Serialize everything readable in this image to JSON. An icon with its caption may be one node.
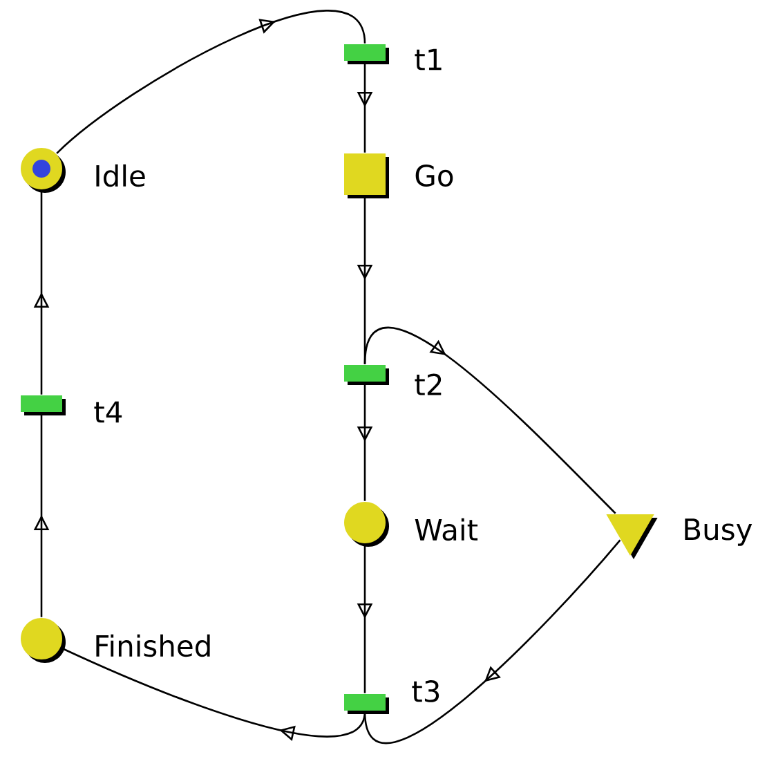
{
  "diagram": {
    "nodes": [
      {
        "text": [],
        "shape": "circle",
        "beside": [
          "Idle"
        ]
      },
      {
        "text": [],
        "shape": "bar",
        "beside": [
          "t1"
        ]
      },
      {
        "text": [],
        "shape": "box",
        "beside": [
          "Go"
        ]
      },
      {
        "text": [],
        "shape": "bar",
        "beside": [
          "t2"
        ]
      },
      {
        "text": [],
        "shape": "circle",
        "beside": [
          "Wait"
        ]
      },
      {
        "text": [],
        "shape": "bar",
        "beside": [
          "t3"
        ]
      },
      {
        "text": [],
        "shape": "triangle",
        "beside": [
          "Busy"
        ]
      },
      {
        "text": [],
        "shape": "bar",
        "beside": [
          "t4"
        ]
      },
      {
        "text": [],
        "shape": "circle",
        "beside": [
          "Finished"
        ]
      }
    ],
    "edges": [
      {
        "from": 0,
        "to": 1,
        "arrow": "to"
      },
      {
        "from": 1,
        "to": 2,
        "arrow": "to"
      },
      {
        "from": 2,
        "to": 3,
        "arrow": "to"
      },
      {
        "from": 3,
        "to": 4,
        "arrow": "to"
      },
      {
        "from": 4,
        "to": 5,
        "arrow": "to"
      },
      {
        "from": 3,
        "to": 6,
        "arrow": "to"
      },
      {
        "from": 6,
        "to": 5,
        "arrow": "to"
      },
      {
        "from": 5,
        "to": 8,
        "arrow": "to"
      },
      {
        "from": 8,
        "to": 7,
        "arrow": "to"
      },
      {
        "from": 7,
        "to": 0,
        "arrow": "to"
      }
    ]
  }
}
